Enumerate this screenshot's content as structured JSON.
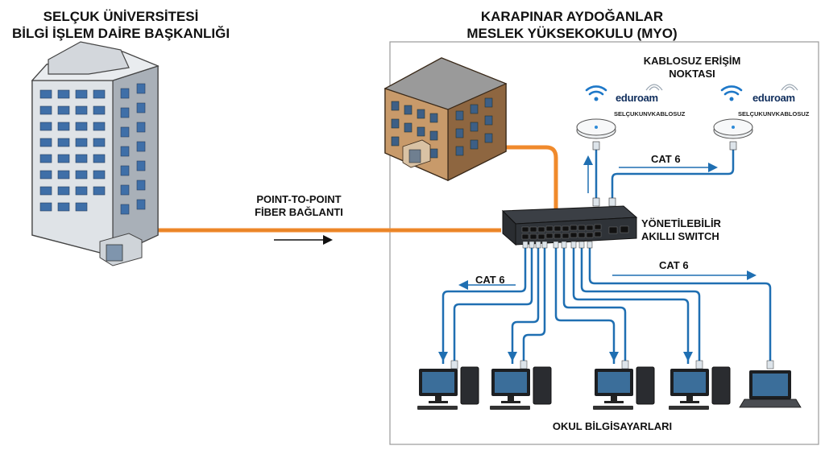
{
  "left_site": {
    "title_line1": "SELÇUK ÜNİVERSİTESİ",
    "title_line2": "BİLGİ İŞLEM DAİRE BAŞKANLIĞI"
  },
  "right_site": {
    "title_line1": "KARAPINAR AYDOĞANLAR",
    "title_line2": "MESLEK YÜKSEKOKULU (MYO)"
  },
  "link": {
    "line1": "POINT-TO-POINT",
    "line2": "FİBER BAĞLANTI"
  },
  "wireless": {
    "title_line1": "KABLOSUZ ERİŞİM",
    "title_line2": "NOKTASI",
    "ssid": "SELÇUKUNVKABLOSUZ",
    "brand": "eduroam"
  },
  "switch": {
    "line1": "YÖNETİLEBİLİR",
    "line2": "AKILLI SWITCH"
  },
  "cables": {
    "cat_label": "CAT 6"
  },
  "computers": {
    "label": "OKUL BİLGİSAYARLARI"
  },
  "colors": {
    "fiber": "#f08a2c",
    "cat6": "#1f6fb2",
    "frame": "#9a9a9a"
  }
}
